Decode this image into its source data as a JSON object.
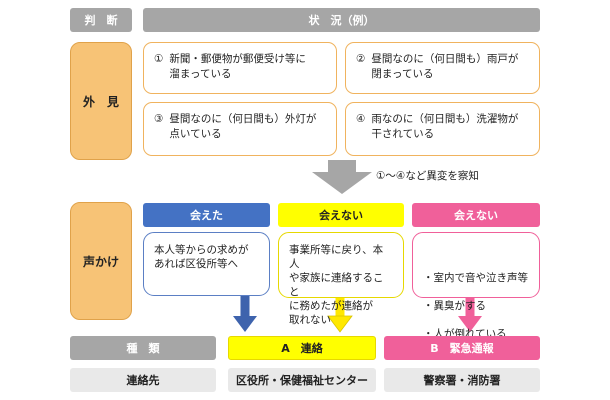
{
  "header": {
    "judgment": "判　断",
    "situation": "状　況（例）"
  },
  "appearance": {
    "label": "外　見",
    "cards": [
      {
        "num": "①",
        "text": "新聞・郵便物が郵便受け等に\n溜まっている"
      },
      {
        "num": "②",
        "text": "昼間なのに（何日間も）雨戸が\n閉まっている"
      },
      {
        "num": "③",
        "text": "昼間なのに（何日間も）外灯が\n点いている"
      },
      {
        "num": "④",
        "text": "雨なのに（何日間も）洗濯物が\n干されている"
      }
    ]
  },
  "detect_note": "①～④など異変を察知",
  "calling": {
    "label": "声かけ",
    "columns": [
      {
        "head": "会えた",
        "body": "本人等からの求めが\nあれば区役所等へ"
      },
      {
        "head": "会えない",
        "body": "事業所等に戻り、本人\nや家族に連絡すること\nに務めたが連絡が\n取れない"
      },
      {
        "head": "会えない",
        "items": [
          "室内で音や泣き声等",
          "異臭がする",
          "人が倒れている"
        ]
      }
    ]
  },
  "type_row": {
    "label": "種　類",
    "a": "A　連絡",
    "b": "B　緊急通報"
  },
  "contact_row": {
    "label": "連絡先",
    "a": "区役所・保健福祉センター",
    "b": "警察署・消防署"
  },
  "colors": {
    "gray_header": "#a6a6a6",
    "orange": "#f7c376",
    "blue": "#4472c4",
    "yellow": "#ffff00",
    "pink": "#f0609a"
  }
}
